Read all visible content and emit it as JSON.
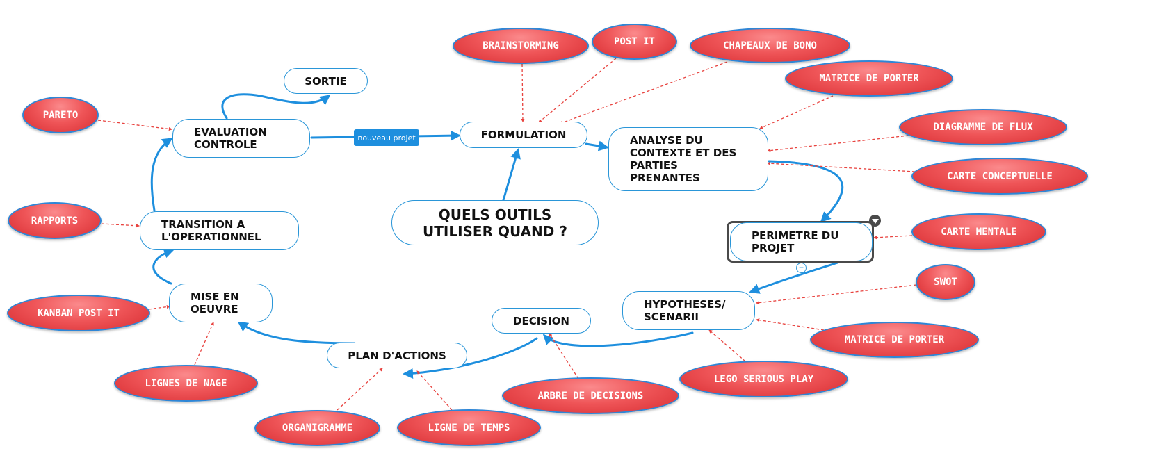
{
  "central": "QUELS OUTILS\nUTILISER QUAND ?",
  "connector_label": "nouveau projet",
  "stages": {
    "sortie": "SORTIE",
    "evaluation": "EVALUATION\nCONTROLE",
    "formulation": "FORMULATION",
    "analyse": "ANALYSE DU\nCONTEXTE ET DES\nPARTIES\nPRENANTES",
    "perimetre": "PERIMETRE DU\nPROJET",
    "hypotheses": "HYPOTHESES/\nSCENARII",
    "decision": "DECISION",
    "plan": "PLAN D'ACTIONS",
    "mise": "MISE EN\nOEUVRE",
    "transition": "TRANSITION A\nL'OPERATIONNEL"
  },
  "tools": {
    "brainstorming": "BRAINSTORMING",
    "post_it": "POST IT",
    "chapeaux": "CHAPEAUX DE BONO",
    "matrice_porter_1": "MATRICE DE PORTER",
    "diagramme_flux": "DIAGRAMME DE FLUX",
    "carte_conceptuelle": "CARTE CONCEPTUELLE",
    "carte_mentale": "CARTE MENTALE",
    "swot": "SWOT",
    "matrice_porter_2": "MATRICE DE PORTER",
    "lego": "LEGO SERIOUS PLAY",
    "arbre": "ARBRE DE DECISIONS",
    "ligne_temps": "LIGNE DE TEMPS",
    "organigramme": "ORGANIGRAMME",
    "lignes_nage": "LIGNES DE NAGE",
    "kanban": "KANBAN POST IT",
    "rapports": "RAPPORTS",
    "pareto": "PARETO"
  },
  "colors": {
    "blue": "#2a96d8",
    "red_dash": "#e8433f",
    "tool_fill": "#ef5558",
    "badge": "#1e8fde"
  },
  "icons": {
    "collapse": "−",
    "node_menu": "triangle-down-icon"
  }
}
